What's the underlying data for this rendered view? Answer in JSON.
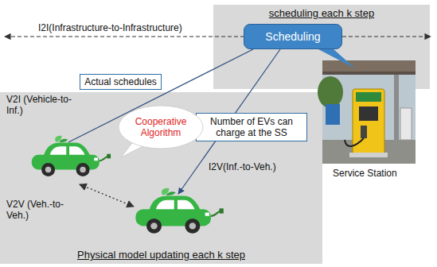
{
  "diagram": {
    "nodes": [
      {
        "text": [
          "scheduling each k step"
        ]
      },
      {
        "text": [
          "Scheduling"
        ],
        "in": 0
      },
      {
        "text": [
          "Actual schedules"
        ]
      },
      {
        "text": [
          "Physical model updating each k step"
        ]
      },
      {
        "text": [
          "Number of EVs can charge at the SS"
        ],
        "in": 3
      },
      {
        "text": [
          "Cooperative Algorithm"
        ],
        "in": 3
      }
    ],
    "labels": [
      "I2I(Infrastructure-to-Infrastructure)",
      "V2I (Vehicle-to-Inf.)",
      "I2V(Inf.-to-Veh.)",
      "V2V (Veh.-to-Veh.)",
      "Service Station"
    ]
  }
}
